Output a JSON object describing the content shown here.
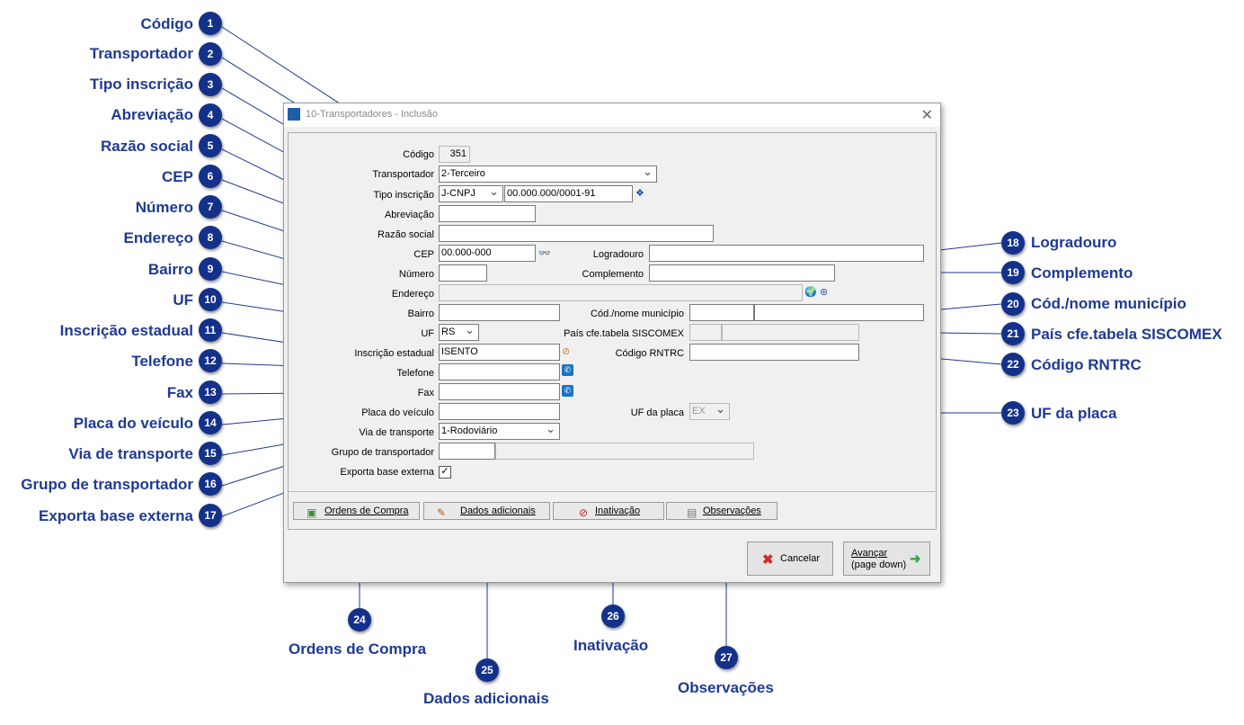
{
  "callouts": [
    {
      "num": "1",
      "label": "Código"
    },
    {
      "num": "2",
      "label": "Transportador"
    },
    {
      "num": "3",
      "label": "Tipo inscrição"
    },
    {
      "num": "4",
      "label": "Abreviação"
    },
    {
      "num": "5",
      "label": "Razão social"
    },
    {
      "num": "6",
      "label": "CEP"
    },
    {
      "num": "7",
      "label": "Número"
    },
    {
      "num": "8",
      "label": "Endereço"
    },
    {
      "num": "9",
      "label": "Bairro"
    },
    {
      "num": "10",
      "label": "UF"
    },
    {
      "num": "11",
      "label": "Inscrição estadual"
    },
    {
      "num": "12",
      "label": "Telefone"
    },
    {
      "num": "13",
      "label": "Fax"
    },
    {
      "num": "14",
      "label": "Placa do veículo"
    },
    {
      "num": "15",
      "label": "Via de transporte"
    },
    {
      "num": "16",
      "label": "Grupo de transportador"
    },
    {
      "num": "17",
      "label": "Exporta base externa"
    },
    {
      "num": "18",
      "label": "Logradouro"
    },
    {
      "num": "19",
      "label": "Complemento"
    },
    {
      "num": "20",
      "label": "Cód./nome município"
    },
    {
      "num": "21",
      "label": "País cfe.tabela SISCOMEX"
    },
    {
      "num": "22",
      "label": "Código RNTRC"
    },
    {
      "num": "23",
      "label": "UF da placa"
    },
    {
      "num": "24",
      "label": "Ordens de Compra"
    },
    {
      "num": "25",
      "label": "Dados adicionais"
    },
    {
      "num": "26",
      "label": "Inativação"
    },
    {
      "num": "27",
      "label": "Observações"
    }
  ],
  "dialog": {
    "title": "10-Transportadores - Inclusão",
    "labels": {
      "codigo": "Código",
      "transportador": "Transportador",
      "tipo_inscricao": "Tipo inscrição",
      "abreviacao": "Abreviação",
      "razao_social": "Razão social",
      "cep": "CEP",
      "logradouro": "Logradouro",
      "numero": "Número",
      "complemento": "Complemento",
      "endereco": "Endereço",
      "bairro": "Bairro",
      "cod_municipio": "Cód./nome município",
      "uf": "UF",
      "pais": "País cfe.tabela SISCOMEX",
      "inscricao_estadual": "Inscrição estadual",
      "codigo_rntrc": "Código RNTRC",
      "telefone": "Telefone",
      "fax": "Fax",
      "placa": "Placa do veículo",
      "uf_placa": "UF da placa",
      "via_transporte": "Via de transporte",
      "grupo": "Grupo de transportador",
      "exporta": "Exporta base externa"
    },
    "values": {
      "codigo": "351",
      "transportador": "2-Terceiro",
      "tipo_inscricao": "J-CNPJ",
      "cnpj": "00.000.000/0001-91",
      "cep": "00.000-000",
      "uf": "RS",
      "inscricao_estadual": "ISENTO",
      "uf_placa": "EX",
      "via_transporte": "1-Rodoviário",
      "exporta_checked": true
    },
    "tabs": {
      "ordens": "Ordens de Compra",
      "dados": "Dados adicionais",
      "inativacao": "Inativação",
      "observacoes": "Observações"
    },
    "buttons": {
      "cancelar": "Cancelar",
      "avancar_line1": "Avançar",
      "avancar_line2": "(page down)"
    }
  }
}
